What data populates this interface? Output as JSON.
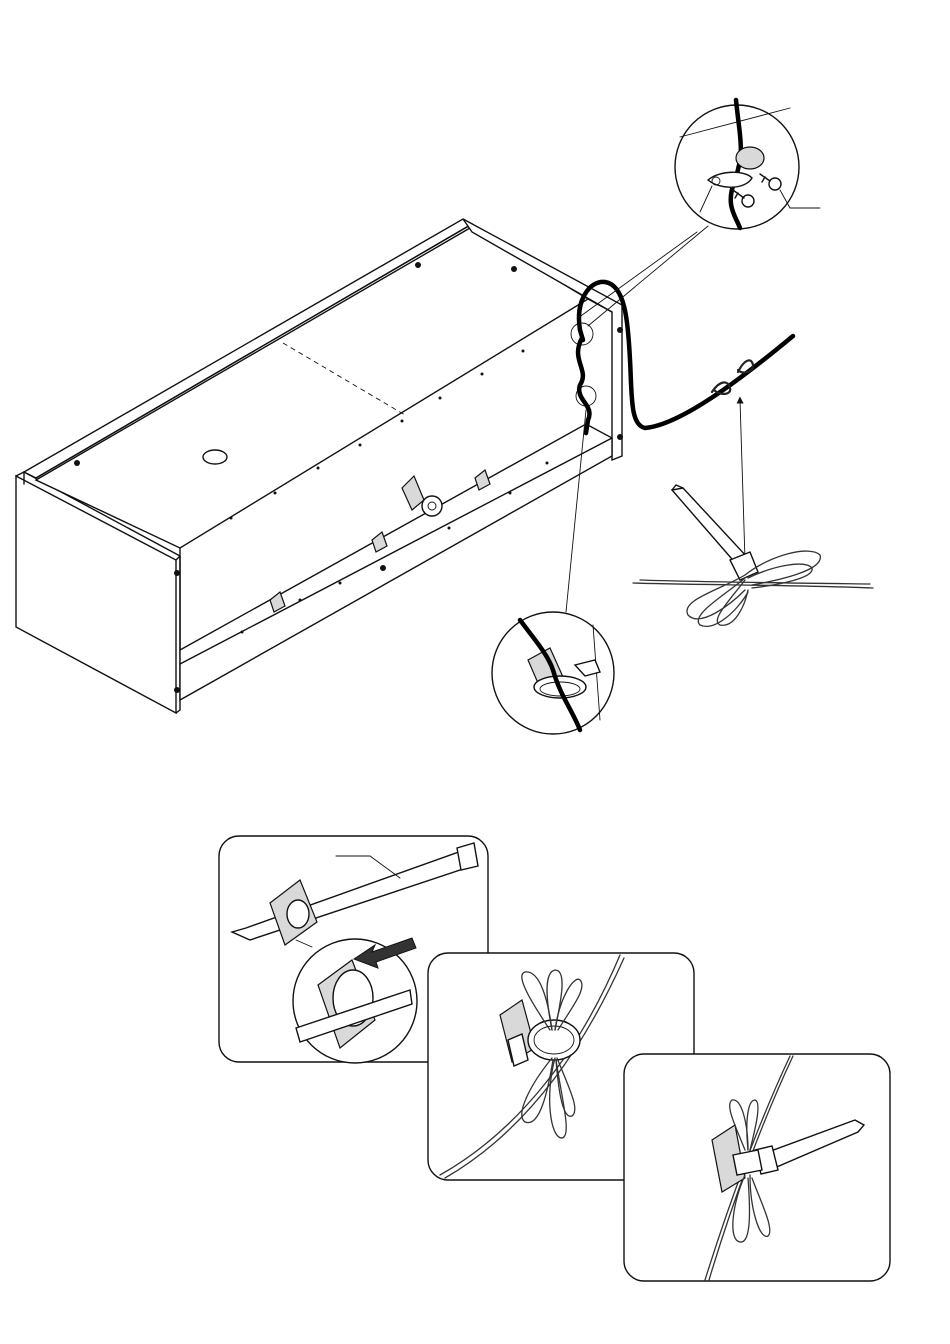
{
  "figure": {
    "main_assembly": "cabinet-with-cable-routing",
    "callouts": [
      "cable-clip-detail",
      "adhesive-tie-mount-detail",
      "cable-tie-bundle"
    ],
    "steps": [
      "step-insert-tie",
      "step-loop-wire",
      "step-tighten-tie"
    ],
    "colors": {
      "line": "#111111",
      "background": "#ffffff",
      "shade": "#d9d9d9"
    }
  }
}
